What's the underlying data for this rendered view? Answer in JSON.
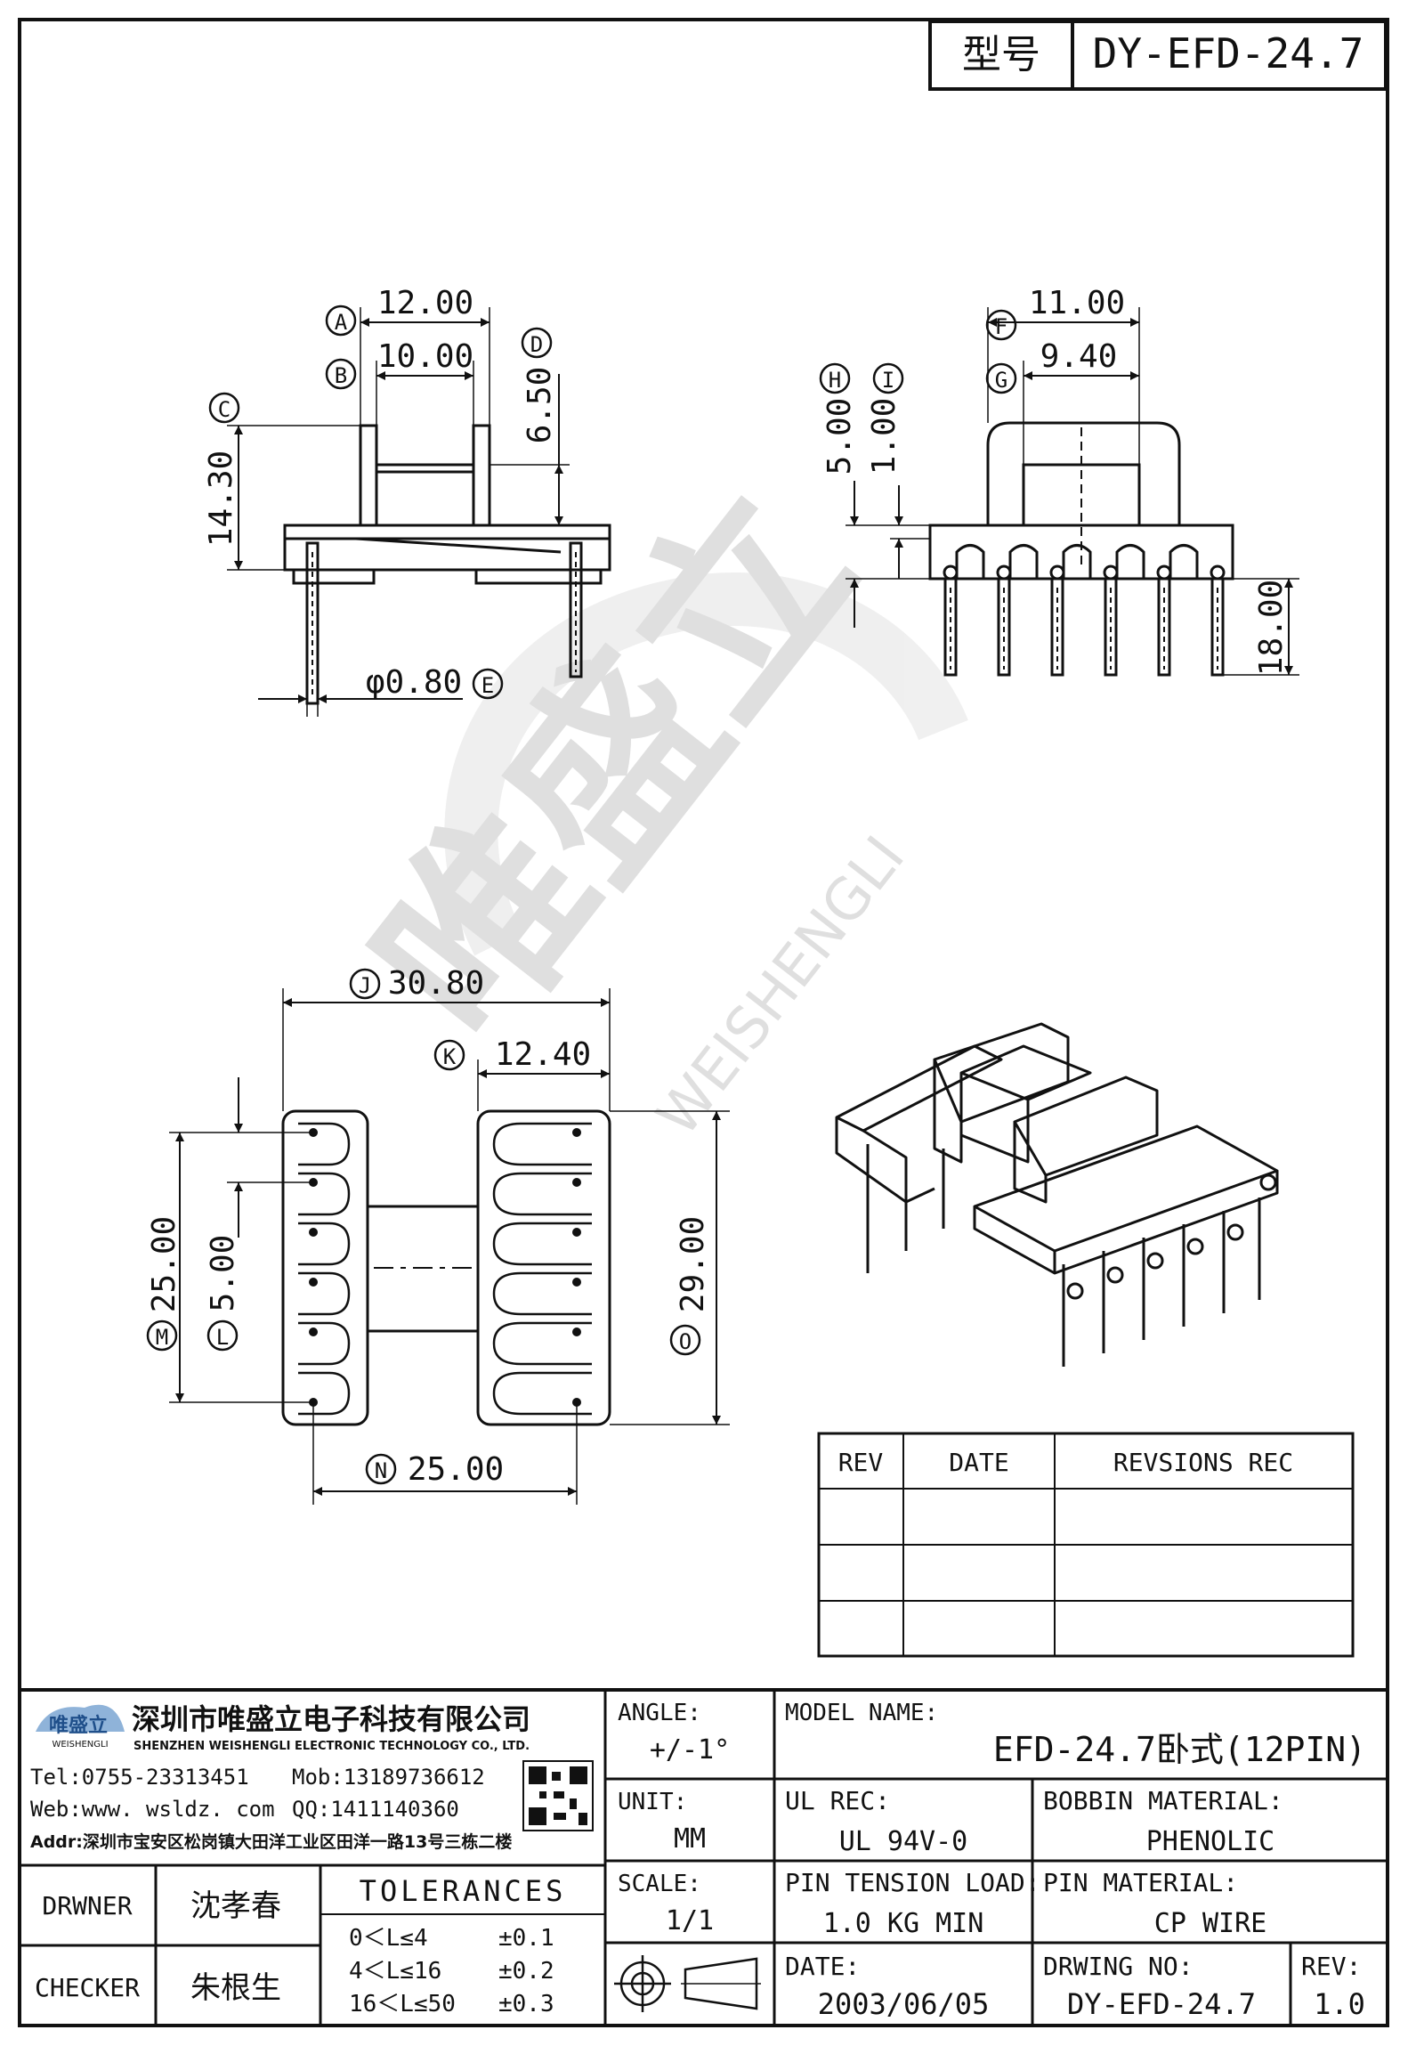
{
  "header": {
    "model_label": "型号",
    "model_value": "DY-EFD-24.7"
  },
  "dimensions": {
    "A": {
      "letter": "A",
      "value": "12.00"
    },
    "B": {
      "letter": "B",
      "value": "10.00"
    },
    "C": {
      "letter": "C",
      "value": "14.30"
    },
    "D": {
      "letter": "D",
      "value": "6.50"
    },
    "E": {
      "letter": "E",
      "value": "φ0.80"
    },
    "F": {
      "letter": "F",
      "value": "11.00"
    },
    "G": {
      "letter": "G",
      "value": "9.40"
    },
    "H": {
      "letter": "H",
      "value": "5.00"
    },
    "I": {
      "letter": "I",
      "value": "1.00"
    },
    "side_pin": {
      "value": "18.00"
    },
    "J": {
      "letter": "J",
      "value": "30.80"
    },
    "K": {
      "letter": "K",
      "value": "12.40"
    },
    "L": {
      "letter": "L",
      "value": "5.00"
    },
    "M": {
      "letter": "M",
      "value": "25.00"
    },
    "N": {
      "letter": "N",
      "value": "25.00"
    },
    "O": {
      "letter": "O",
      "value": "29.00"
    }
  },
  "watermark": {
    "cn": "唯盛立",
    "en": "WEISHENGLI"
  },
  "revision_table": {
    "headers": [
      "REV",
      "DATE",
      "REVSIONS REC"
    ],
    "rows": [
      [
        "",
        "",
        ""
      ],
      [
        "",
        "",
        ""
      ],
      [
        "",
        "",
        ""
      ]
    ]
  },
  "company": {
    "logo_text": "唯盛立",
    "logo_sub": "WEISHENGLI",
    "name_cn": "深圳市唯盛立电子科技有限公司",
    "name_en": "SHENZHEN WEISHENGLI ELECTRONIC TECHNOLOGY CO., LTD.",
    "tel": "Tel:0755-23313451",
    "mob": "Mob:13189736612",
    "web": "Web:www. wsldz. com",
    "qq": "QQ:1411140360",
    "addr": "Addr:深圳市宝安区松岗镇大田洋工业区田洋一路13号三栋二楼"
  },
  "people": {
    "drawer_label": "DRWNER",
    "drawer_name": "沈孝春",
    "checker_label": "CHECKER",
    "checker_name": "朱根生"
  },
  "tolerances": {
    "title": "TOLERANCES",
    "rows": [
      {
        "range": "0＜L≤4",
        "tol": "±0.1"
      },
      {
        "range": "4＜L≤16",
        "tol": "±0.2"
      },
      {
        "range": "16＜L≤50",
        "tol": "±0.3"
      }
    ]
  },
  "title_block": {
    "angle_label": "ANGLE:",
    "angle_value": "+/-1°",
    "unit_label": "UNIT:",
    "unit_value": "MM",
    "scale_label": "SCALE:",
    "scale_value": "1/1",
    "model_name_label": "MODEL NAME:",
    "model_name_value": "EFD-24.7卧式(12PIN)",
    "ul_label": "UL REC:",
    "ul_value": "UL 94V-0",
    "bobbin_label": "BOBBIN MATERIAL:",
    "bobbin_value": "PHENOLIC",
    "tension_label": "PIN TENSION LOAD:",
    "tension_value": "1.0 KG MIN",
    "pin_material_label": "PIN MATERIAL:",
    "pin_material_value": "CP WIRE",
    "date_label": "DATE:",
    "date_value": "2003/06/05",
    "dwg_label": "DRWING NO:",
    "dwg_value": "DY-EFD-24.7",
    "rev_label": "REV:",
    "rev_value": "1.0"
  }
}
